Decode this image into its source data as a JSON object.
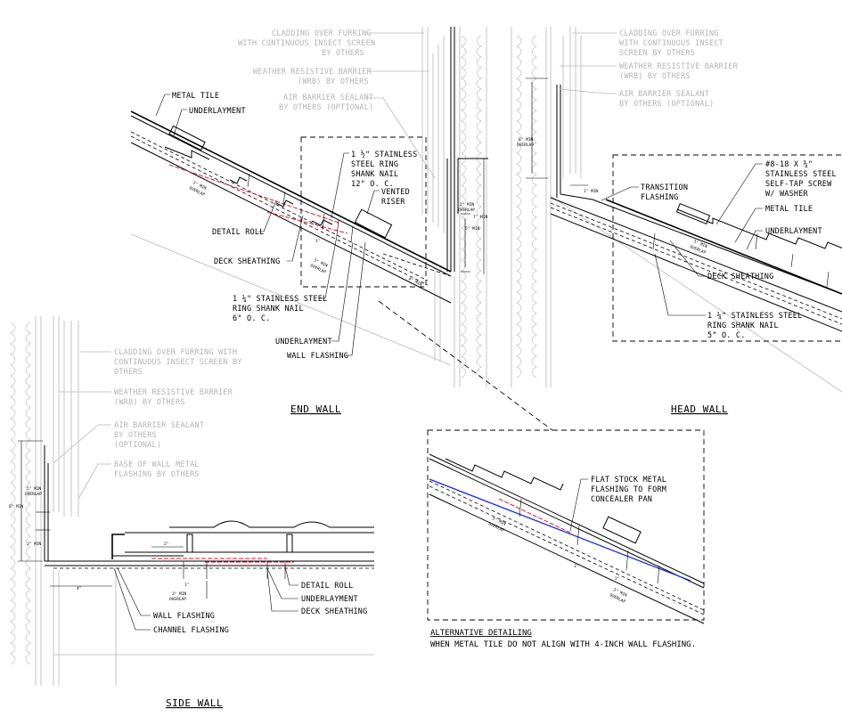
{
  "end_wall": {
    "title": "END WALL",
    "labels": {
      "metal_tile": "METAL TILE",
      "underlayment_top": "UNDERLAYMENT",
      "detail_roll": "DETAIL ROLL",
      "deck_sheathing": "DECK SHEATHING",
      "nail_1": "1 ¼\" STAINLESS STEEL",
      "nail_2": "RING SHANK NAIL",
      "nail_3": "6\" O. C.",
      "underlayment_bottom": "UNDERLAYMENT",
      "wall_flashing": "WALL FLASHING",
      "riser_nail_1": "1 ½\" STAINLESS",
      "riser_nail_2": "STEEL RING",
      "riser_nail_3": "SHANK NAIL",
      "riser_nail_4": "12\" O. C.",
      "vented_1": "VENTED",
      "vented_2": "RISER",
      "cladding_1": "CLADDING OVER FURRING",
      "cladding_2": "WITH CONTINUOUS INSECT SCREEN",
      "cladding_3": "BY OTHERS",
      "wrb_1": "WEATHER RESISTIVE BARRIER",
      "wrb_2": "(WRB) BY OTHERS",
      "abs_1": "AIR BARRIER SEALANT",
      "abs_2": "BY OTHERS (OPTIONAL)"
    },
    "dims": {
      "overlap_a": "3\" MIN",
      "overlap_b": "OVERLAP",
      "one_inch": "1\"",
      "overlap_c": "3\" MIN",
      "overlap_d": "OVERLAP",
      "four_min": "4\" MIN",
      "two_min_1": "2\" MIN",
      "two_min_2": "OVERLAP",
      "seven_min": "7\" MIN",
      "five_min": "5\" MIN"
    }
  },
  "head_wall": {
    "title": "HEAD WALL",
    "labels": {
      "cladding_1": "CLADDING OVER FURRING",
      "cladding_2": "WITH CONTINUOUS INSECT",
      "cladding_3": "SCREEN BY OTHERS",
      "wrb_1": "WEATHER RESISTIVE BARRIER",
      "wrb_2": "(WRB) BY OTHERS",
      "abs_1": "AIR BARRIER SEALANT",
      "abs_2": "BY OTHERS (OPTIONAL)",
      "transition_1": "TRANSITION",
      "transition_2": "FLASHING",
      "screw_1": "#8-18 X ¾\"",
      "screw_2": "STAINLESS STEEL",
      "screw_3": "SELF-TAP SCREW",
      "screw_4": "W/ WASHER",
      "metal_tile": "METAL TILE",
      "underlayment": "UNDERLAYMENT",
      "deck_sheathing": "DECK SHEATHING",
      "nail_1": "1 ¼\" STAINLESS STEEL",
      "nail_2": "RING SHANK NAIL",
      "nail_3": "5\" O. C."
    },
    "dims": {
      "six_min_1": "6\" MIN",
      "six_min_2": "OVERLAP",
      "one_min": "1\" MIN",
      "three_min_1": "3\" MIN",
      "three_min_2": "OVERLAP"
    }
  },
  "side_wall": {
    "title": "SIDE WALL",
    "labels": {
      "cladding_1": "CLADDING OVER FURRING WITH",
      "cladding_2": "CONTINUOUS INSECT SCREEN BY",
      "cladding_3": "OTHERS",
      "wrb_1": "WEATHER RESISTIVE BARRIER",
      "wrb_2": "(WRB) BY OTHERS",
      "abs_1": "AIR BARRIER SEALANT",
      "abs_2": "BY OTHERS",
      "abs_3": "(OPTIONAL)",
      "base_1": "BASE OF WALL METAL",
      "base_2": "FLASHING BY OTHERS",
      "detail_roll": "DETAIL ROLL",
      "underlayment": "UNDERLAYMENT",
      "deck_sheathing": "DECK SHEATHING",
      "wall_flashing": "WALL FLASHING",
      "channel_flashing": "CHANNEL FLASHING"
    },
    "dims": {
      "two_inch": "2\"",
      "one_inch": "1\"",
      "three_min_1": "3\" MIN",
      "three_min_2": "OVERLAP",
      "four_inch": "4\"",
      "two_min": "2\" MIN",
      "eight_min": "8\" MIN",
      "five_min_1": "5\" MIN",
      "five_min_2": "OVERLAP"
    }
  },
  "alternative": {
    "title": "ALTERNATIVE DETAILING",
    "subtitle": "WHEN METAL TILE DO NOT ALIGN WITH 4-INCH WALL FLASHING.",
    "labels": {
      "flat_1": "FLAT STOCK METAL",
      "flat_2": "FLASHING TO FORM",
      "flat_3": "CONCEALER PAN"
    },
    "dims": {
      "three_min_1": "3\" MIN",
      "three_min_2": "OVERLAP",
      "one_inch": "1\"",
      "three_min_3": "3\" MIN",
      "three_min_4": "OVERLAP",
      "two_inch": "2\""
    }
  },
  "colors": {
    "line": "#000000",
    "existing": "#b4b4b4",
    "red_underlayment": "#e0182c",
    "blue_flashing": "#1c2fd8"
  }
}
